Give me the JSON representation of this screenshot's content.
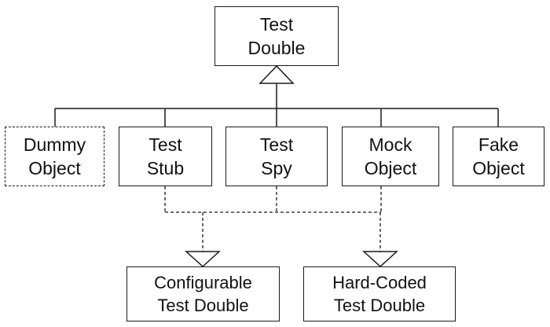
{
  "root": {
    "line1": "Test",
    "line2": "Double"
  },
  "children": {
    "dummy": {
      "line1": "Dummy",
      "line2": "Object"
    },
    "stub": {
      "line1": "Test",
      "line2": "Stub"
    },
    "spy": {
      "line1": "Test",
      "line2": "Spy"
    },
    "mock": {
      "line1": "Mock",
      "line2": "Object"
    },
    "fake": {
      "line1": "Fake",
      "line2": "Object"
    }
  },
  "variants": {
    "configurable": {
      "line1": "Configurable",
      "line2": "Test Double"
    },
    "hard_coded": {
      "line1": "Hard-Coded",
      "line2": "Test Double"
    }
  },
  "colors": {
    "line": "#1a1a1a",
    "text": "#111111",
    "background": "#ffffff"
  }
}
